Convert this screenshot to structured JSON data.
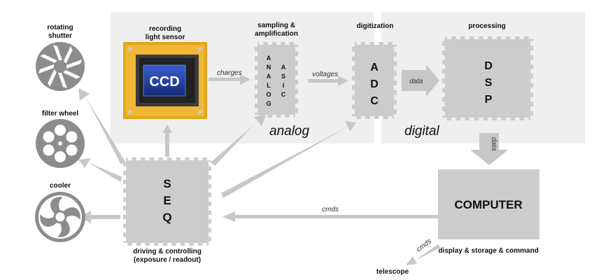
{
  "labels": {
    "recording_line1": "recording",
    "recording_line2": "light sensor",
    "sampling_line1": "sampling &",
    "sampling_line2": "amplification",
    "digitization": "digitization",
    "processing": "processing",
    "rotating_line1": "rotating",
    "rotating_line2": "shutter",
    "filter_wheel": "filter wheel",
    "cooler": "cooler",
    "driving_line1": "driving & controlling",
    "driving_line2": "(exposure / readout)",
    "display": "display & storage & command",
    "telescope": "telescope",
    "analog": "analog",
    "digital": "digital",
    "charges": "charges",
    "voltages": "voltages",
    "data_adc": "data",
    "data_down": "data",
    "cmds_main": "cmds",
    "cmds_tel": "cmds"
  },
  "chips": {
    "ccd": "CCD",
    "analog_letters": [
      "A",
      "N",
      "A",
      "L",
      "O",
      "G"
    ],
    "asic_letters": [
      "A",
      "S",
      "I",
      "C"
    ],
    "adc_letters": [
      "A",
      "D",
      "C"
    ],
    "dsp_letters": [
      "D",
      "S",
      "P"
    ],
    "seq_letters": [
      "S",
      "E",
      "Q"
    ],
    "computer": "COMPUTER"
  },
  "icons": {
    "shutter": "aperture-icon",
    "filter_wheel": "filter-wheel-icon",
    "cooler": "fan-icon"
  },
  "colors": {
    "panel": "#efefef",
    "chip": "#cccccc",
    "arrow": "#c7c7c7",
    "icon": "#8c8c8c",
    "sensor_gold": "#e2a51c",
    "ccd_blue": "#1d3a8f"
  }
}
